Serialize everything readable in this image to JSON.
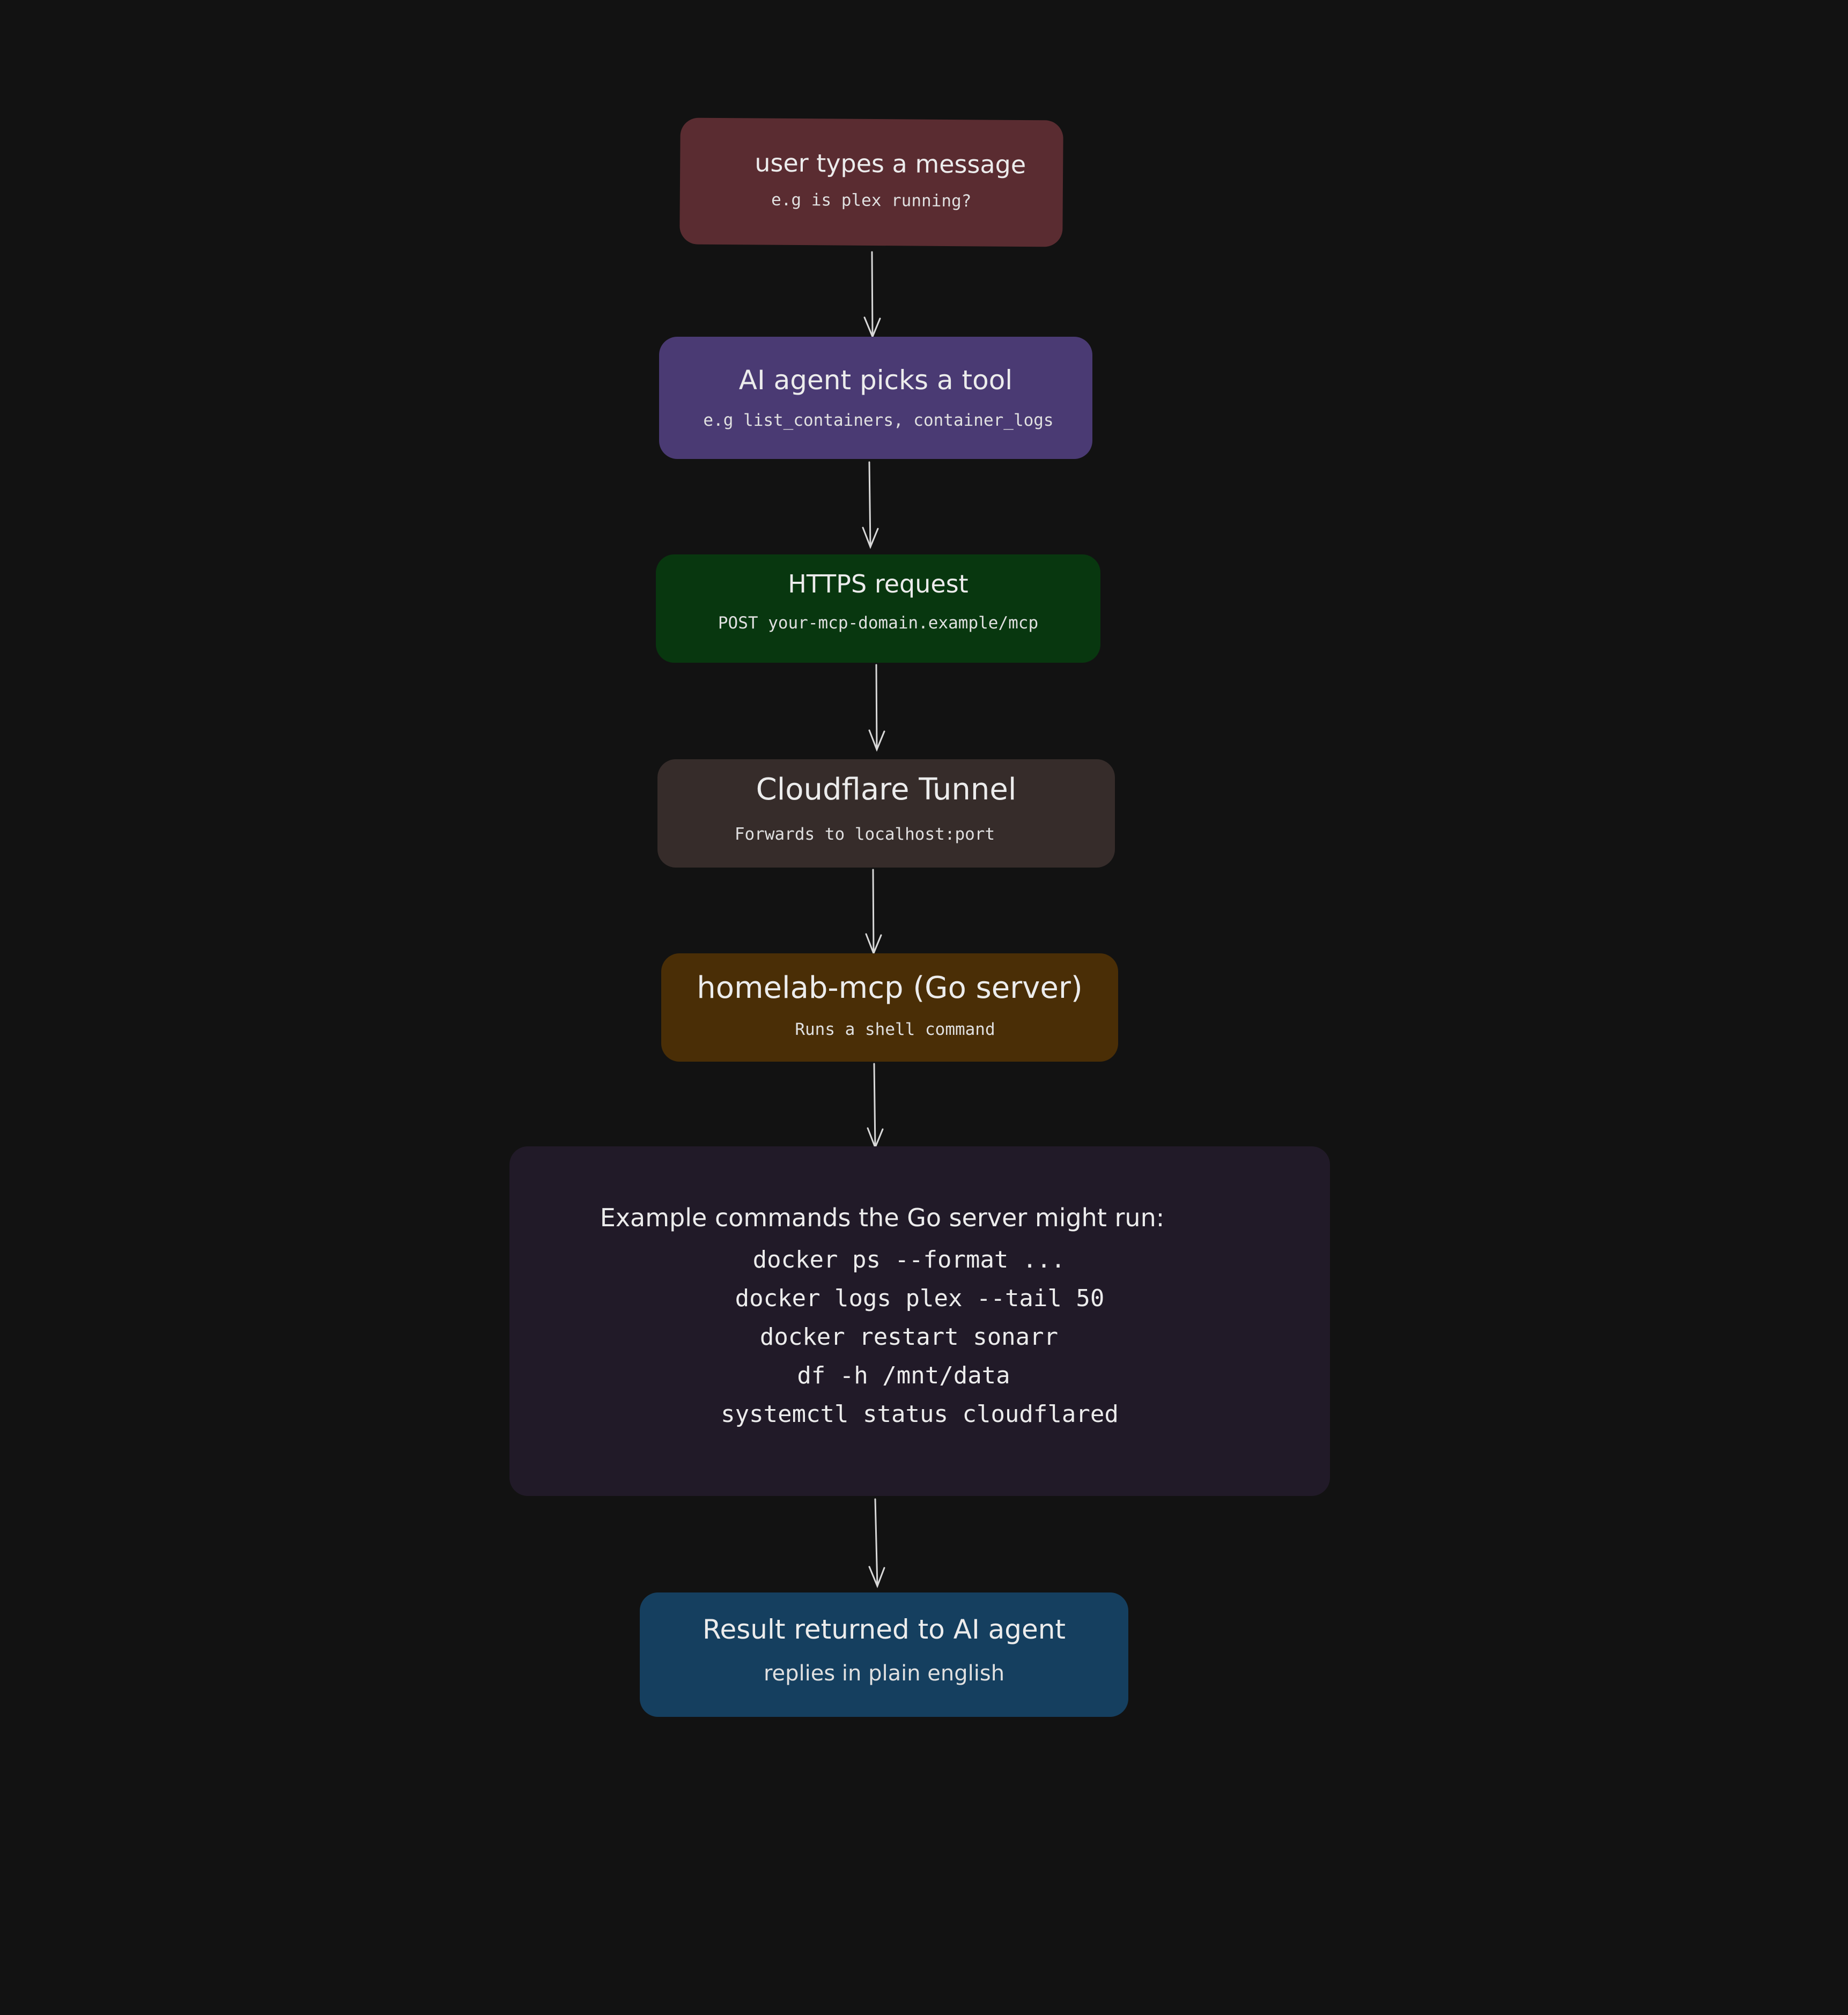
{
  "nodes": [
    {
      "title": "user types a message",
      "subtitle": "e.g is plex running?",
      "color": "#5a2c31"
    },
    {
      "title": "AI agent picks a tool",
      "subtitle": "e.g list_containers, container_logs",
      "color": "#4a3a73"
    },
    {
      "title": "HTTPS request",
      "subtitle": "POST your-mcp-domain.example/mcp",
      "color": "#08370f"
    },
    {
      "title": "Cloudflare Tunnel",
      "subtitle": "Forwards to localhost:port",
      "color": "#362c2a"
    },
    {
      "title": "homelab-mcp (Go server)",
      "subtitle": "Runs a shell command",
      "color": "#4a2e06"
    },
    {
      "title": "Example commands the Go server might run:",
      "commands": [
        "docker ps --format ...",
        "docker logs plex --tail 50",
        "docker restart sonarr",
        "df -h /mnt/data",
        "systemctl status cloudflared"
      ],
      "color": "#211a28"
    },
    {
      "title": "Result returned to AI agent",
      "subtitle": "replies in plain english",
      "color": "#153f5f"
    }
  ],
  "background": "#121212",
  "arrow_color": "#d8d8d8"
}
